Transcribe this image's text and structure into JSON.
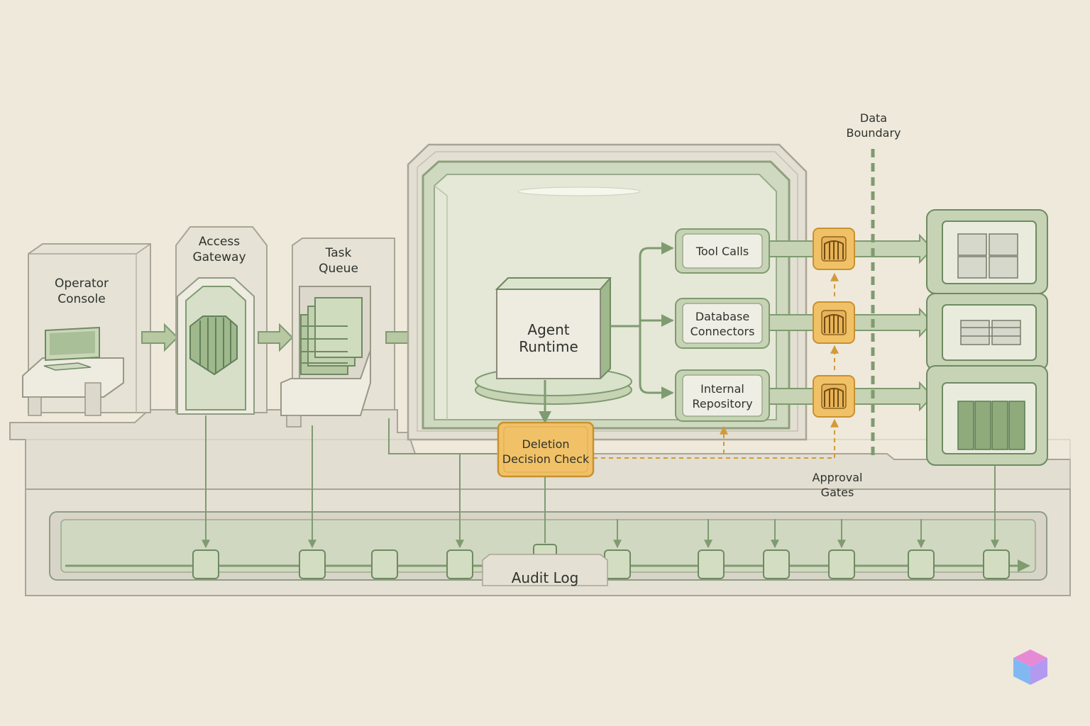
{
  "diagram": {
    "operator_console": "Operator\nConsole",
    "access_gateway": "Access\nGateway",
    "task_queue": "Task\nQueue",
    "agent_runtime": "Agent\nRuntime",
    "tool_calls": "Tool Calls",
    "database_connectors": "Database\nConnectors",
    "internal_repository": "Internal\nRepository",
    "deletion_decision_check": "Deletion\nDecision Check",
    "data_boundary": "Data\nBoundary",
    "approval_gates": "Approval\nGates",
    "audit_log": "Audit Log"
  },
  "colors": {
    "background": "#efe9dc",
    "green": "#7f9b70",
    "green_light": "#c7d4b6",
    "amber": "#f1c168",
    "amber_dark": "#c8912f",
    "stone": "#e4e0d4"
  }
}
